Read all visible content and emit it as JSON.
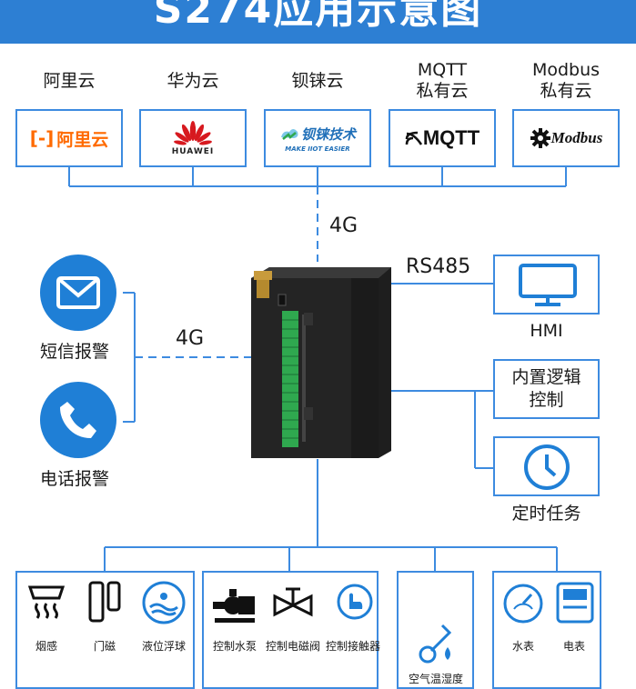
{
  "banner": {
    "title": "S274应用示意图"
  },
  "clouds": [
    {
      "label": "阿里云",
      "logo": "阿里云"
    },
    {
      "label": "华为云",
      "logo": "HUAWEI"
    },
    {
      "label": "钡铼云",
      "logo_cn": "钡铼技术",
      "logo_en": "MAKE IIOT EASIER"
    },
    {
      "label_line1": "MQTT",
      "label_line2": "私有云",
      "logo": "MQTT"
    },
    {
      "label_line1": "Modbus",
      "label_line2": "私有云",
      "logo": "Modbus"
    }
  ],
  "network": {
    "top": "4G",
    "left": "4G",
    "rs485": "RS485"
  },
  "left_items": [
    {
      "label": "短信报警",
      "icon": "envelope-icon"
    },
    {
      "label": "电话报警",
      "icon": "phone-icon"
    }
  ],
  "right_items": {
    "hmi": {
      "label": "HMI",
      "icon": "monitor-icon"
    },
    "logic": {
      "line1": "内置逻辑",
      "line2": "控制"
    },
    "timer": {
      "label": "定时任务",
      "icon": "clock-icon"
    }
  },
  "bottom_groups": [
    {
      "items": [
        "烟感",
        "门磁",
        "液位浮球"
      ]
    },
    {
      "items": [
        "控制水泵",
        "控制电磁阀",
        "控制接触器"
      ]
    },
    {
      "items": [
        "空气温湿度"
      ]
    },
    {
      "items": [
        "水表",
        "电表"
      ]
    }
  ],
  "colors": {
    "primary": "#2d7fd3",
    "line": "#3d8be0",
    "device": "#1e1e1e",
    "terminal": "#2fa84f"
  }
}
